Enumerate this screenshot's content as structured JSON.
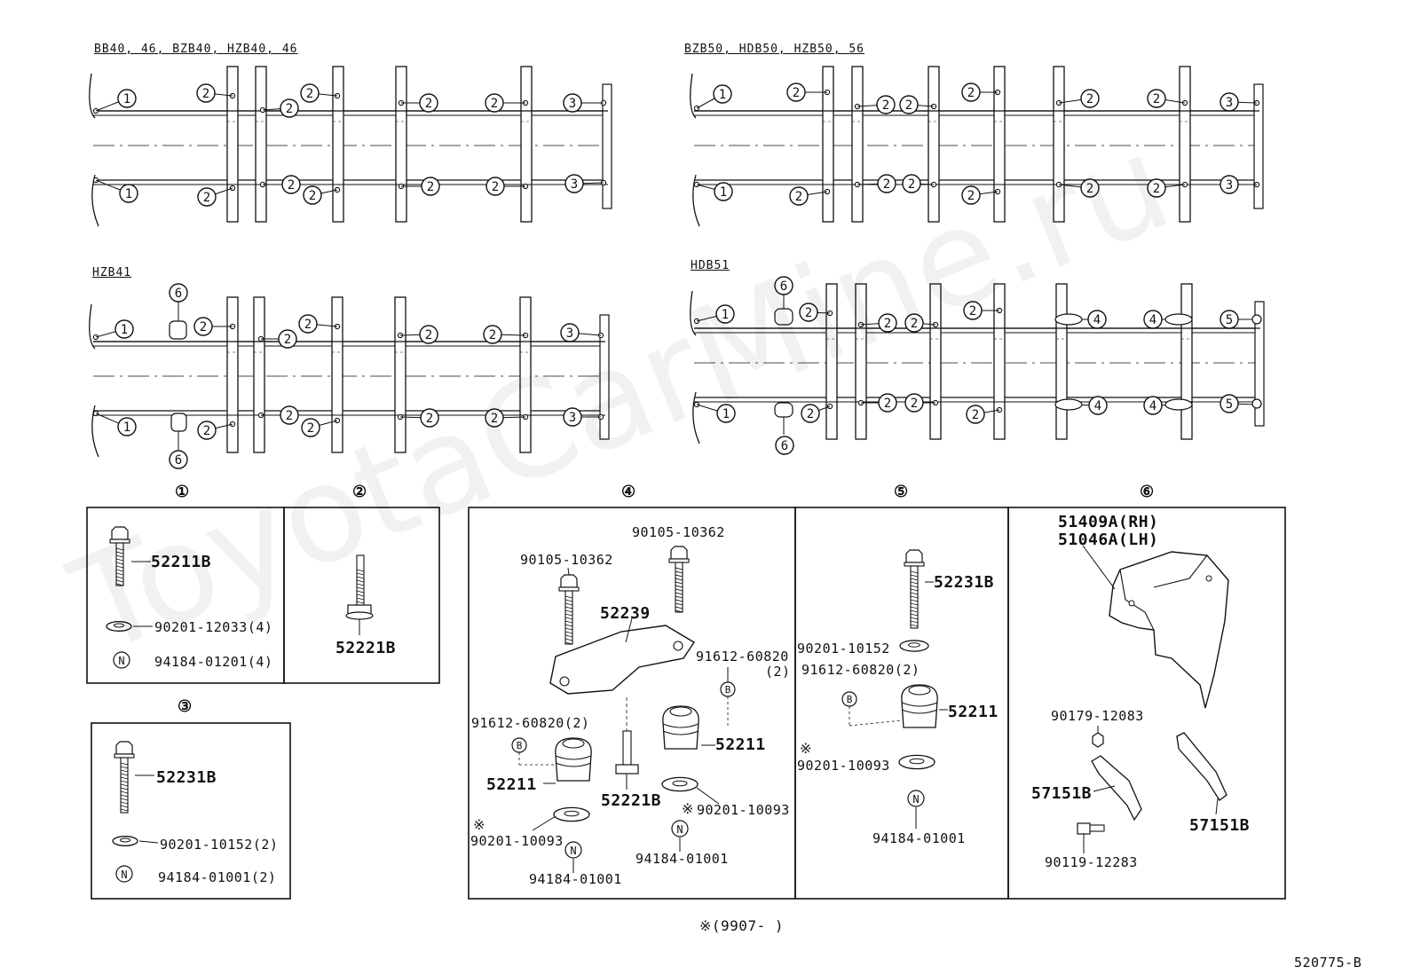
{
  "watermark": "ToyotaCarMine.ru",
  "frames": [
    {
      "id": "tl",
      "label": "BB40, 46, BZB40, HZB40, 46"
    },
    {
      "id": "tr",
      "label": "BZB50, HDB50, HZB50, 56"
    },
    {
      "id": "ml",
      "label": "HZB41"
    },
    {
      "id": "mr",
      "label": "HDB51"
    }
  ],
  "detail_headers": [
    "①",
    "②",
    "③",
    "④",
    "⑤",
    "⑥"
  ],
  "callout_marks": {
    "m1": "1",
    "m2": "2",
    "m3": "3",
    "m4": "4",
    "m5": "5",
    "m6": "6"
  },
  "parts": {
    "box1": {
      "bolt": "52211B",
      "washer": "90201-12033(4)",
      "nut": "94184-01201(4)"
    },
    "box2": {
      "bolt": "52221B"
    },
    "box3": {
      "bolt": "52231B",
      "washer": "90201-10152(2)",
      "nut": "94184-01001(2)"
    },
    "box4": {
      "bolt_a": "90105-10362",
      "bolt_b": "90105-10362",
      "bracket": "52239",
      "clip_r": "91612-60820",
      "clip_r_qty": "(2)",
      "clip_l": "91612-60820(2)",
      "cushion_r": "52211",
      "cushion_l": "52211",
      "bolt_c": "52221B",
      "washer_r": "90201-10093",
      "washer_l": "90201-10093",
      "nut_r": "94184-01001",
      "nut_l": "94184-01001"
    },
    "box5": {
      "bolt": "52231B",
      "washer_top": "90201-10152",
      "clip": "91612-60820(2)",
      "cushion": "52211",
      "washer_bot": "90201-10093",
      "nut": "94184-01001"
    },
    "box6": {
      "cover_rh": "51409A(RH)",
      "cover_lh": "51046A(LH)",
      "nut": "90179-12083",
      "bracket_l": "57151B",
      "bracket_r": "57151B",
      "bolt": "90119-12283"
    }
  },
  "marks": {
    "asterisk": "※",
    "b": "B",
    "n": "N"
  },
  "footnote": "※(9907-    )",
  "figure_code": "520775-B"
}
